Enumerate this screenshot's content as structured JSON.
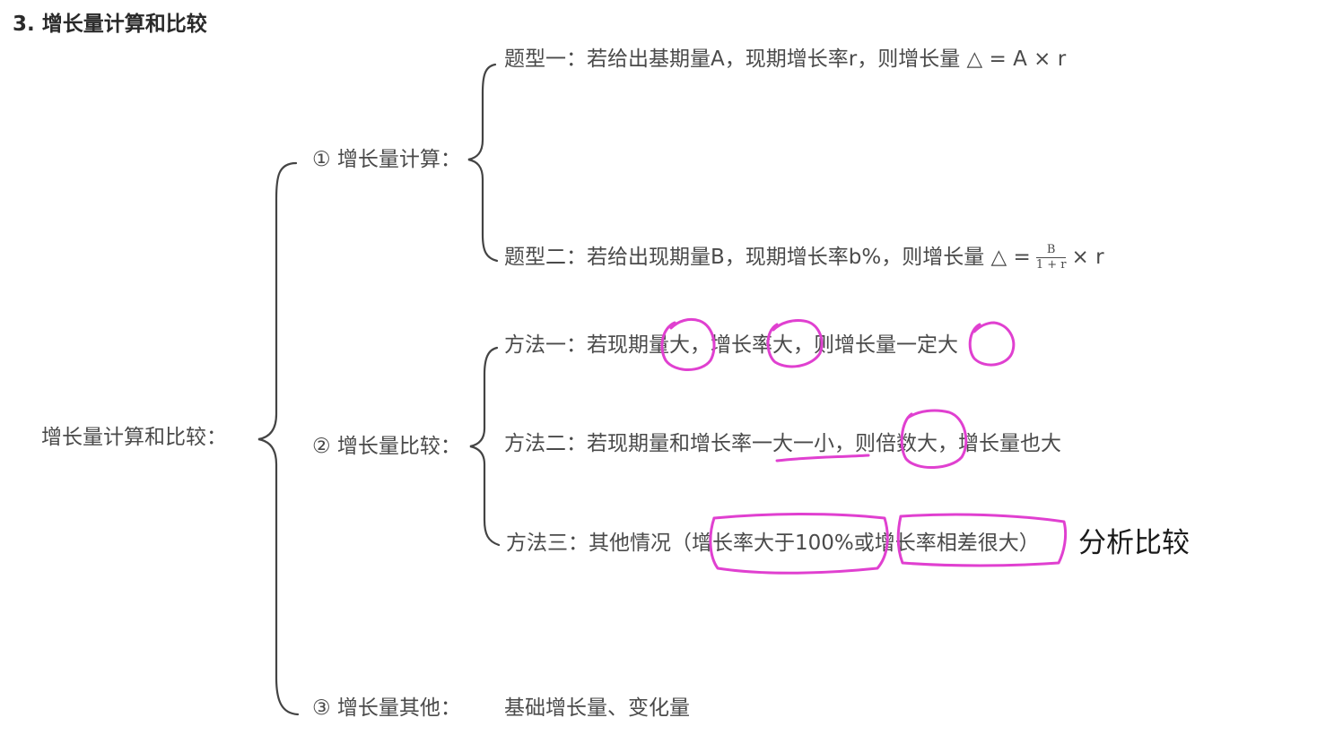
{
  "title": "3. 增长量计算和比较",
  "root": {
    "label": "增长量计算和比较："
  },
  "node1": {
    "label": "① 增长量计算：",
    "leaf1": "题型一：若给出基期量A，现期增长率r，则增长量 △ = A × r",
    "leaf2_prefix": "题型二：若给出现期量B，现期增长率b%，则增长量 △ =",
    "leaf2_num": "B",
    "leaf2_den": "1 + r",
    "leaf2_suffix": "× r"
  },
  "node2": {
    "label": "② 增长量比较：",
    "leaf1": "方法一：若现期量大，增长率大，则增长量一定大",
    "leaf2": "方法二：若现期量和增长率一大一小，则倍数大，增长量也大",
    "leaf3": "方法三：其他情况（增长率大于100%或增长率相差很大）"
  },
  "node3": {
    "label": "③ 增长量其他：",
    "leaf1": "基础增长量、变化量"
  },
  "annotation": {
    "handwritten_note": "分析比较",
    "ink_color": "#e040d0"
  },
  "colors": {
    "text": "#4a4a4a",
    "title": "#2a2a2a",
    "brace": "#444444"
  }
}
